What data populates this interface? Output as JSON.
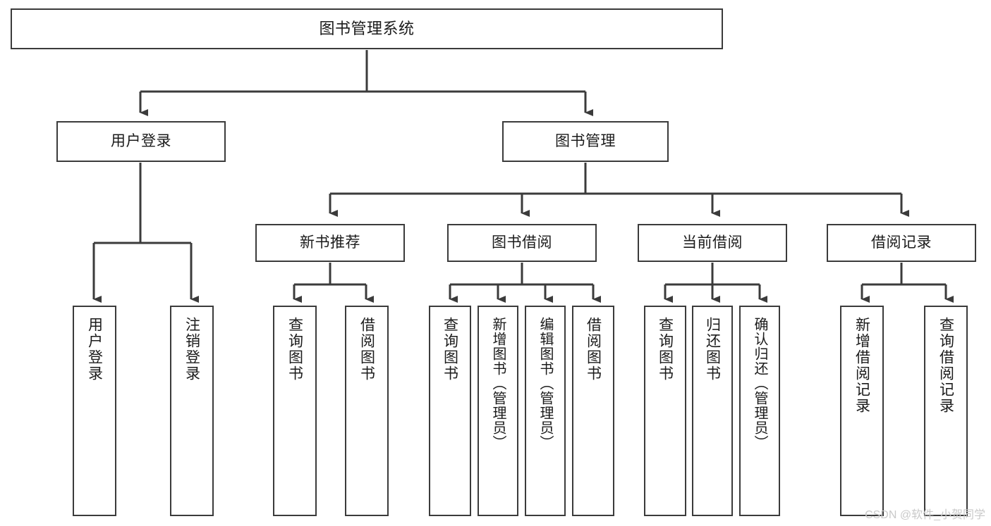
{
  "diagram": {
    "title": "图书管理系统",
    "type": "hierarchy-tree",
    "watermark": "CSDN @软件_小贺同学",
    "colors": {
      "background": "#ffffff",
      "box_border": "#3b3b3b",
      "box_fill": "#ffffff",
      "text": "#1b1b1b",
      "connector": "#3b3b3b",
      "watermark": "#c9c9c9"
    },
    "levels": {
      "root": {
        "id": "root",
        "label": "图书管理系统"
      },
      "level2": [
        {
          "id": "user-login",
          "label": "用户登录"
        },
        {
          "id": "book-management",
          "label": "图书管理"
        }
      ],
      "level3": [
        {
          "id": "new-book-recommend",
          "label": "新书推荐",
          "parent": "book-management"
        },
        {
          "id": "book-borrow",
          "label": "图书借阅",
          "parent": "book-management"
        },
        {
          "id": "current-borrow",
          "label": "当前借阅",
          "parent": "book-management"
        },
        {
          "id": "borrow-record",
          "label": "借阅记录",
          "parent": "book-management"
        }
      ],
      "leaves": [
        {
          "id": "leaf-user-login",
          "label": "用户登录",
          "parent": "user-login"
        },
        {
          "id": "leaf-user-logout",
          "label": "注销登录",
          "parent": "user-login"
        },
        {
          "id": "leaf-query-book-1",
          "label": "查询图书",
          "parent": "new-book-recommend"
        },
        {
          "id": "leaf-borrow-book-1",
          "label": "借阅图书",
          "parent": "new-book-recommend"
        },
        {
          "id": "leaf-query-book-2",
          "label": "查询图书",
          "parent": "book-borrow"
        },
        {
          "id": "leaf-add-book",
          "label": "新增图书（管理员）",
          "parent": "book-borrow"
        },
        {
          "id": "leaf-edit-book",
          "label": "编辑图书（管理员）",
          "parent": "book-borrow"
        },
        {
          "id": "leaf-borrow-book-2",
          "label": "借阅图书",
          "parent": "book-borrow"
        },
        {
          "id": "leaf-query-book-3",
          "label": "查询图书",
          "parent": "current-borrow"
        },
        {
          "id": "leaf-return-book",
          "label": "归还图书",
          "parent": "current-borrow"
        },
        {
          "id": "leaf-confirm-return",
          "label": "确认归还（管理员）",
          "parent": "current-borrow"
        },
        {
          "id": "leaf-add-record",
          "label": "新增借阅记录",
          "parent": "borrow-record"
        },
        {
          "id": "leaf-query-record",
          "label": "查询借阅记录",
          "parent": "borrow-record"
        }
      ]
    }
  }
}
